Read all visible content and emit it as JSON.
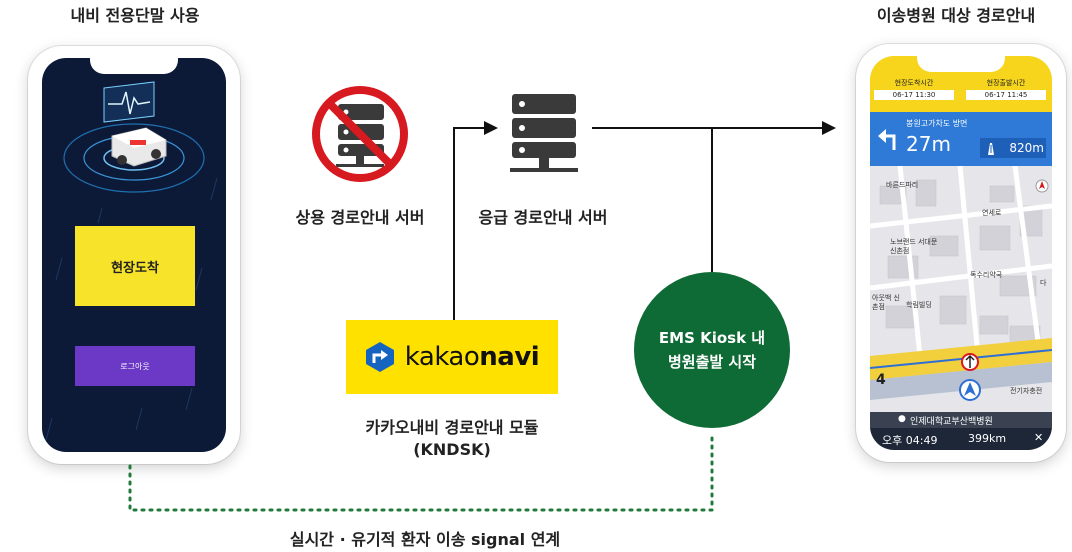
{
  "left_phone": {
    "title": "내비 전용단말 사용",
    "arrival_button": "현장도착",
    "logout_button": "로그아웃"
  },
  "right_phone": {
    "title": "이송병원 대상 경로안내",
    "arrival_time_label": "현장도착시간",
    "arrival_time": "06-17 11:30",
    "depart_time_label": "현장출발시간",
    "depart_time": "06-17 11:45",
    "route_name": "봉원고가차도 방면",
    "turn_distance": "27m",
    "next_distance": "820m",
    "map_labels": [
      "바른드파리",
      "연세로",
      "노브랜드 서대문신촌점",
      "독수리약국",
      "아웃백 신촌점",
      "학림빌딩",
      "다"
    ],
    "lane_count": "4",
    "poi_label": "전기자충전",
    "destination": "인제대학교부산백병원",
    "eta": "오후 04:49",
    "remaining": "399km"
  },
  "commercial_server": "상용 경로안내 서버",
  "emergency_server": "응급 경로안내 서버",
  "kakao": {
    "brand_light": "kakao",
    "brand_bold": "navi",
    "caption_line1": "카카오내비 경로안내 모듈",
    "caption_line2": "(KNDSK)"
  },
  "ems": {
    "line1": "EMS Kiosk 내",
    "line2": "병원출발 시작"
  },
  "link_caption": "실시간 · 유기적 환자 이송 signal 연계",
  "colors": {
    "kakao_yellow": "#ffe100",
    "ems_green": "#0f6b35",
    "arrival_yellow": "#f7e32a",
    "logout_purple": "#6c38c6",
    "prohibit_red": "#d71920",
    "dotted_green": "#1f7a3a"
  }
}
